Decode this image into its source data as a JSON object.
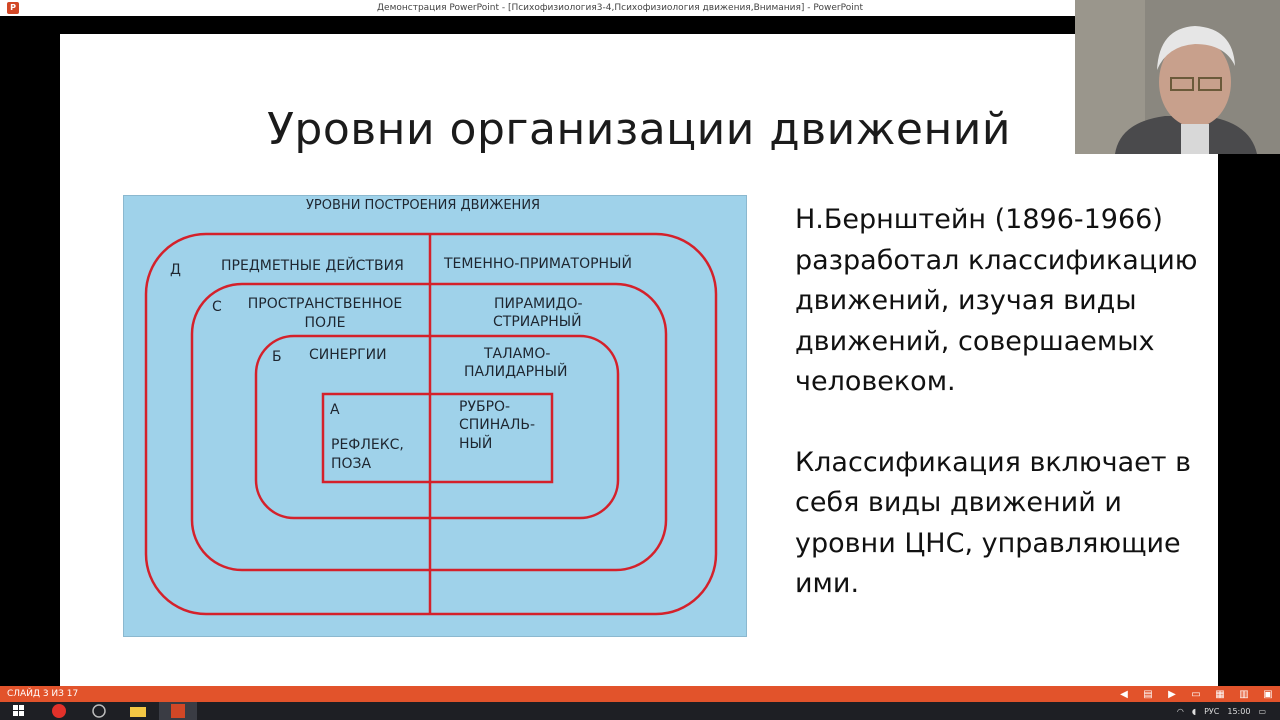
{
  "window": {
    "title": "Демонстрация PowerPoint - [Психофизиология3-4,Психофизиология движения,Внимания] - PowerPoint",
    "app_icon": "powerpoint-icon",
    "app_icon_letter": "P"
  },
  "slide": {
    "title": "Уровни организации движений",
    "diagram": {
      "heading": "УРОВНИ ПОСТРОЕНИЯ ДВИЖЕНИЯ",
      "levels": [
        {
          "letter": "Д",
          "left": "ПРЕДМЕТНЫЕ ДЕЙСТВИЯ",
          "right": "ТЕМЕННО-ПРИМАТОРНЫЙ"
        },
        {
          "letter": "С",
          "left_line1": "ПРОСТРАНСТВЕННОЕ",
          "left_line2": "ПОЛЕ",
          "right_line1": "ПИРАМИДО-",
          "right_line2": "СТРИАРНЫЙ"
        },
        {
          "letter": "Б",
          "left": "СИНЕРГИИ",
          "right_line1": "ТАЛАМО-",
          "right_line2": "ПАЛИДАРНЫЙ"
        },
        {
          "letter": "А",
          "left_line1": "РЕФЛЕКС,",
          "left_line2": "ПОЗА",
          "right_line1": "РУБРО-",
          "right_line2": "СПИНАЛЬ-",
          "right_line3": "НЫЙ"
        }
      ],
      "colors": {
        "background": "#9fd2ea",
        "lines": "#d4212b"
      }
    },
    "paragraphs": [
      "Н.Бернштейн (1896-1966) разработал классификацию движений, изучая виды движений, совершаемых человеком.",
      "Классификация включает в себя виды движений и уровни ЦНС, управляющие ими."
    ]
  },
  "statusbar": {
    "slide_counter": "СЛАЙД 3 ИЗ 17",
    "icons": [
      "previous-icon",
      "notes-icon",
      "next-icon",
      "normal-view-icon",
      "slide-sorter-icon",
      "reading-view-icon",
      "slideshow-icon"
    ],
    "accent": "#e2532b"
  },
  "taskbar": {
    "items": [
      "start-icon",
      "yandex-icon",
      "browser-icon",
      "file-explorer-icon",
      "powerpoint-icon"
    ],
    "tray": {
      "language": "РУС",
      "time": "15:00"
    }
  }
}
